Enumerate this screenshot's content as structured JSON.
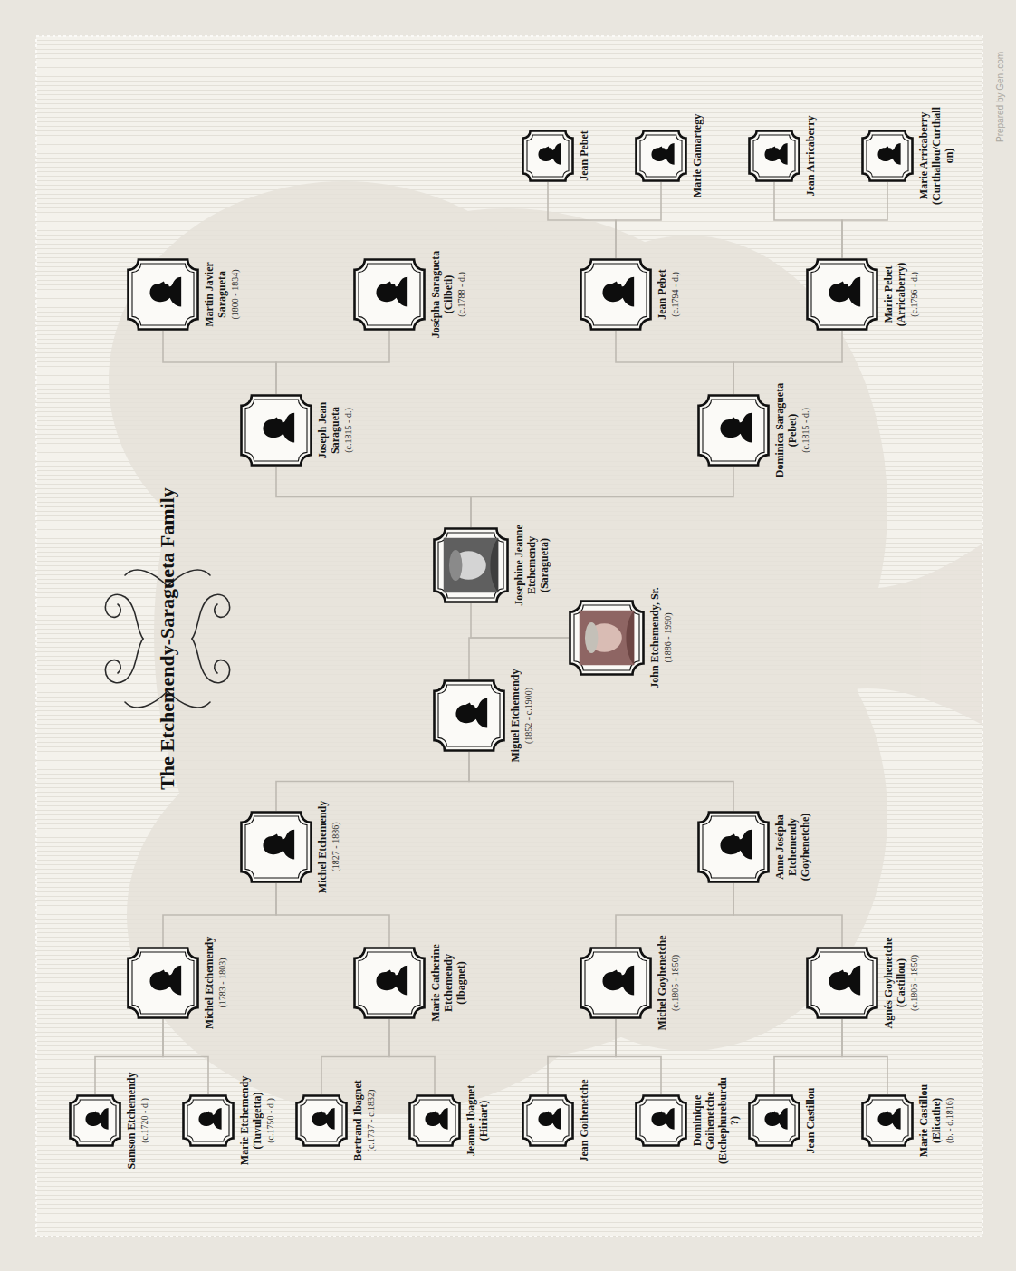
{
  "diagram": {
    "title": "The Etchemendy-Saragueta Family",
    "nodes": [
      {
        "text": [
          "Josephine Jeanne Etchemendy (Saragueta)"
        ]
      },
      {
        "text": [
          "John Etchemendy, Sr.",
          "(1886 - 1990)"
        ]
      },
      {
        "text": [
          "Miguel Etchemendy",
          "(1852 - c.1900)"
        ]
      },
      {
        "text": [
          "Michel Etchemendy",
          "(1827 - 1886)"
        ]
      },
      {
        "text": [
          "Anne Josépha Etchemendy (Goyhenetche)"
        ]
      },
      {
        "text": [
          "Michel Etchemendy",
          "(1783 - 1803)"
        ]
      },
      {
        "text": [
          "Marie Catherine Etchemendy (Ibagnet)"
        ]
      },
      {
        "text": [
          "Michel Goyhenetche",
          "(c.1805 - 1850)"
        ]
      },
      {
        "text": [
          "Agnés Goyhenetche (Castillou)",
          "(c.1806 - 1850)"
        ]
      },
      {
        "text": [
          "Samson Etchemendy",
          "(c.1720 - d.)"
        ]
      },
      {
        "text": [
          "Marie Etchemendy (Tuvulgetta)",
          "(c.1750 - d.)"
        ]
      },
      {
        "text": [
          "Bertrand Ibagnet",
          "(c.1737 - c.1832)"
        ]
      },
      {
        "text": [
          "Jeanne Ibagnet (Hiriart)"
        ]
      },
      {
        "text": [
          "Jean Goihenetche"
        ]
      },
      {
        "text": [
          "Dominique Goihenetche (Etchephureburdu ?)"
        ]
      },
      {
        "text": [
          "Jean Castillou"
        ]
      },
      {
        "text": [
          "Marie Castillou (Elicathe)",
          "(b. - d.1816)"
        ]
      },
      {
        "text": [
          "Joseph Jean Saragueta",
          "(c.1815 - d.)"
        ]
      },
      {
        "text": [
          "Dominica Saragueta (Pebet)",
          "(c.1815 - d.)"
        ]
      },
      {
        "text": [
          "Martin Javier Saragueta",
          "(1800 - 1834)"
        ]
      },
      {
        "text": [
          "Josépha Saragueta (Cilbeti)",
          "(c.1788 - d.)"
        ]
      },
      {
        "text": [
          "Jean Pebet",
          "(c.1794 - d.)"
        ]
      },
      {
        "text": [
          "Marie Pebet (Arricaberry)",
          "(c.1796 - d.)"
        ]
      },
      {
        "text": [
          "Jean Pebet"
        ]
      },
      {
        "text": [
          "Marie Gamartegy"
        ]
      },
      {
        "text": [
          "Jean Arricaberry"
        ]
      },
      {
        "text": [
          "Marie Arricaberry (Curthallou/Curthallon)"
        ]
      }
    ],
    "edges": [
      {
        "from": 2,
        "to": 1,
        "arrow": "none"
      },
      {
        "from": 0,
        "to": 1,
        "arrow": "none"
      },
      {
        "from": 3,
        "to": 2,
        "arrow": "none"
      },
      {
        "from": 4,
        "to": 2,
        "arrow": "none"
      },
      {
        "from": 5,
        "to": 3,
        "arrow": "none"
      },
      {
        "from": 6,
        "to": 3,
        "arrow": "none"
      },
      {
        "from": 7,
        "to": 4,
        "arrow": "none"
      },
      {
        "from": 8,
        "to": 4,
        "arrow": "none"
      },
      {
        "from": 9,
        "to": 5,
        "arrow": "none"
      },
      {
        "from": 10,
        "to": 5,
        "arrow": "none"
      },
      {
        "from": 11,
        "to": 6,
        "arrow": "none"
      },
      {
        "from": 12,
        "to": 6,
        "arrow": "none"
      },
      {
        "from": 13,
        "to": 7,
        "arrow": "none"
      },
      {
        "from": 14,
        "to": 7,
        "arrow": "none"
      },
      {
        "from": 15,
        "to": 8,
        "arrow": "none"
      },
      {
        "from": 16,
        "to": 8,
        "arrow": "none"
      },
      {
        "from": 17,
        "to": 0,
        "arrow": "none"
      },
      {
        "from": 18,
        "to": 0,
        "arrow": "none"
      },
      {
        "from": 19,
        "to": 17,
        "arrow": "none"
      },
      {
        "from": 20,
        "to": 17,
        "arrow": "none"
      },
      {
        "from": 21,
        "to": 18,
        "arrow": "none"
      },
      {
        "from": 22,
        "to": 18,
        "arrow": "none"
      },
      {
        "from": 23,
        "to": 21,
        "arrow": "none"
      },
      {
        "from": 24,
        "to": 21,
        "arrow": "none"
      },
      {
        "from": 25,
        "to": 22,
        "arrow": "none"
      },
      {
        "from": 26,
        "to": 22,
        "arrow": "none"
      }
    ],
    "labels": [
      "Prepared by Geni.com"
    ]
  }
}
